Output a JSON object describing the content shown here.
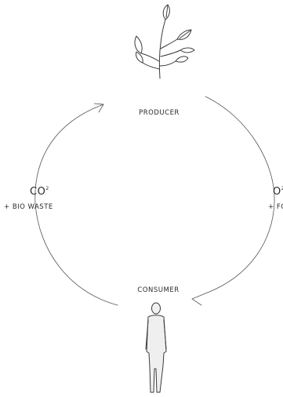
{
  "diagram": {
    "producer_label": "PRODUCER",
    "consumer_label": "CONSUMER",
    "left": {
      "main": "CO",
      "sup": "2",
      "sub": "+ BIO WASTE"
    },
    "right": {
      "main": "O",
      "sup": "2",
      "sub": "+ FOOD"
    }
  }
}
